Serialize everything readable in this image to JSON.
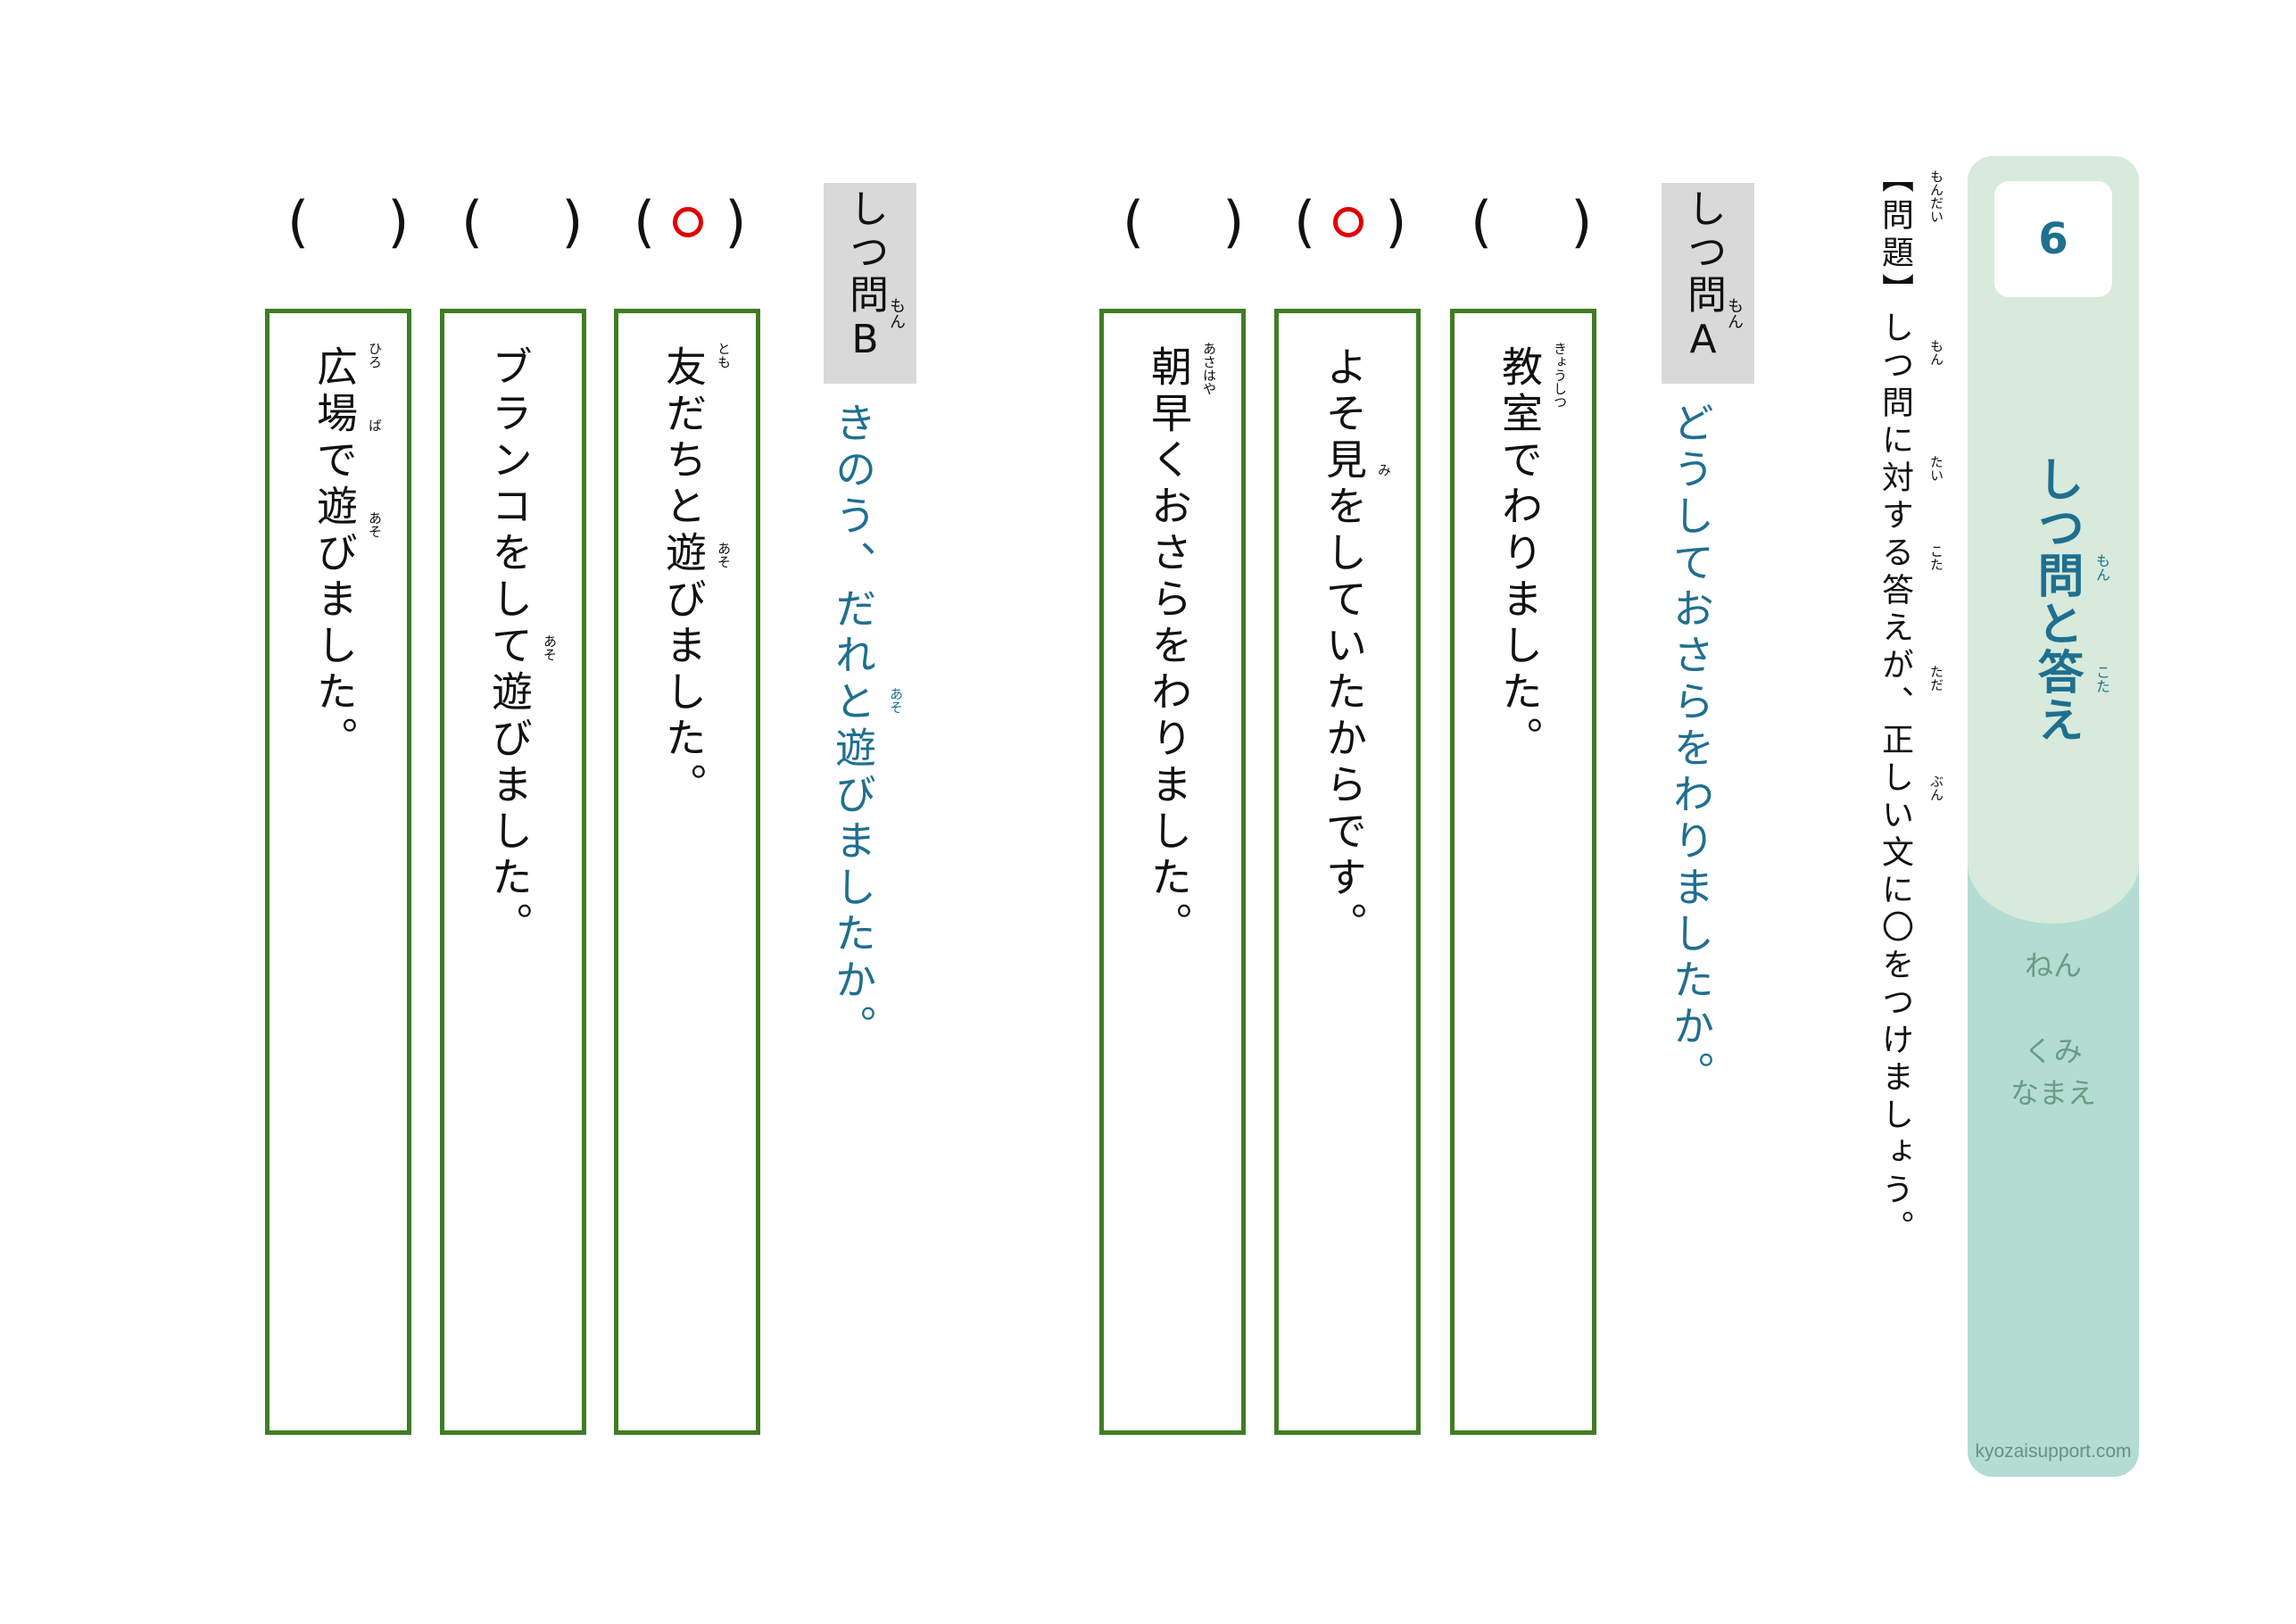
{
  "sidebar": {
    "number": "6",
    "title": "しつ問と答え",
    "title_ruby_1": "もん",
    "title_ruby_2": "こた",
    "grade_label": "ねん",
    "class_label": "くみ",
    "name_label": "なまえ",
    "credit": "kyozaisupport.com"
  },
  "instruction": {
    "text": "【問題】しつ問に対する答えが、正しい文に〇をつけましょう。",
    "ruby_mondai": "もんだい",
    "ruby_mon": "もん",
    "ruby_tai": "たい",
    "ruby_kota": "こた",
    "ruby_tada": "ただ",
    "ruby_bun": "ぶん"
  },
  "questions": [
    {
      "label": "しつ問A",
      "label_ruby": "もん",
      "question": "どうしておさらをわりましたか。",
      "marks": [
        "",
        "〇",
        ""
      ],
      "answers": [
        {
          "text": "教室でわりました。",
          "ruby": "きょうしつ"
        },
        {
          "text": "よそ見をしていたからです。",
          "ruby": "み"
        },
        {
          "text": "朝早くおさらをわりました。",
          "ruby": "あさはや"
        }
      ]
    },
    {
      "label": "しつ問B",
      "label_ruby": "もん",
      "question": "きのう、だれと遊びましたか。",
      "question_ruby": "あそ",
      "marks": [
        "〇",
        "",
        ""
      ],
      "answers": [
        {
          "text": "友だちと遊びました。",
          "ruby1": "とも",
          "ruby2": "あそ"
        },
        {
          "text": "ブランコをして遊びました。",
          "ruby": "あそ"
        },
        {
          "text": "広場で遊びました。",
          "ruby1": "ひろ",
          "ruby2": "ば",
          "ruby3": "あそ"
        }
      ]
    }
  ]
}
